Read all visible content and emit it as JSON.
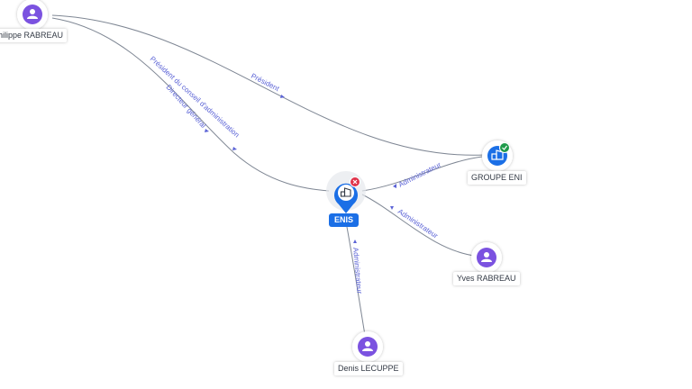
{
  "nodes": {
    "philippe": {
      "label": "Philippe RABREAU",
      "type": "person",
      "icon": "user-icon"
    },
    "groupe": {
      "label": "GROUPE ENI",
      "type": "company",
      "icon": "building-icon",
      "badge": "check-badge-icon"
    },
    "enis": {
      "label": "ENIS",
      "type": "company",
      "icon": "building-icon",
      "badge": "close-badge-icon"
    },
    "yves": {
      "label": "Yves RABREAU",
      "type": "person",
      "icon": "user-icon"
    },
    "denis": {
      "label": "Denis LECUPPE",
      "type": "person",
      "icon": "user-icon"
    }
  },
  "edges": [
    {
      "from": "philippe",
      "to": "groupe",
      "label": "Président"
    },
    {
      "from": "philippe",
      "to": "enis",
      "label": "Président du conseil d'administration",
      "label2": "Directeur général"
    },
    {
      "from": "groupe",
      "to": "enis",
      "label": "Administrateur"
    },
    {
      "from": "yves",
      "to": "enis",
      "label": "Administrateur"
    },
    {
      "from": "denis",
      "to": "enis",
      "label": "Administrateur"
    }
  ],
  "colors": {
    "person": "#7b52e0",
    "company": "#1b6fe6",
    "edge": "#7f8794",
    "edge_label": "#5b63d6",
    "check": "#1f9a4a",
    "close": "#e0344b"
  }
}
